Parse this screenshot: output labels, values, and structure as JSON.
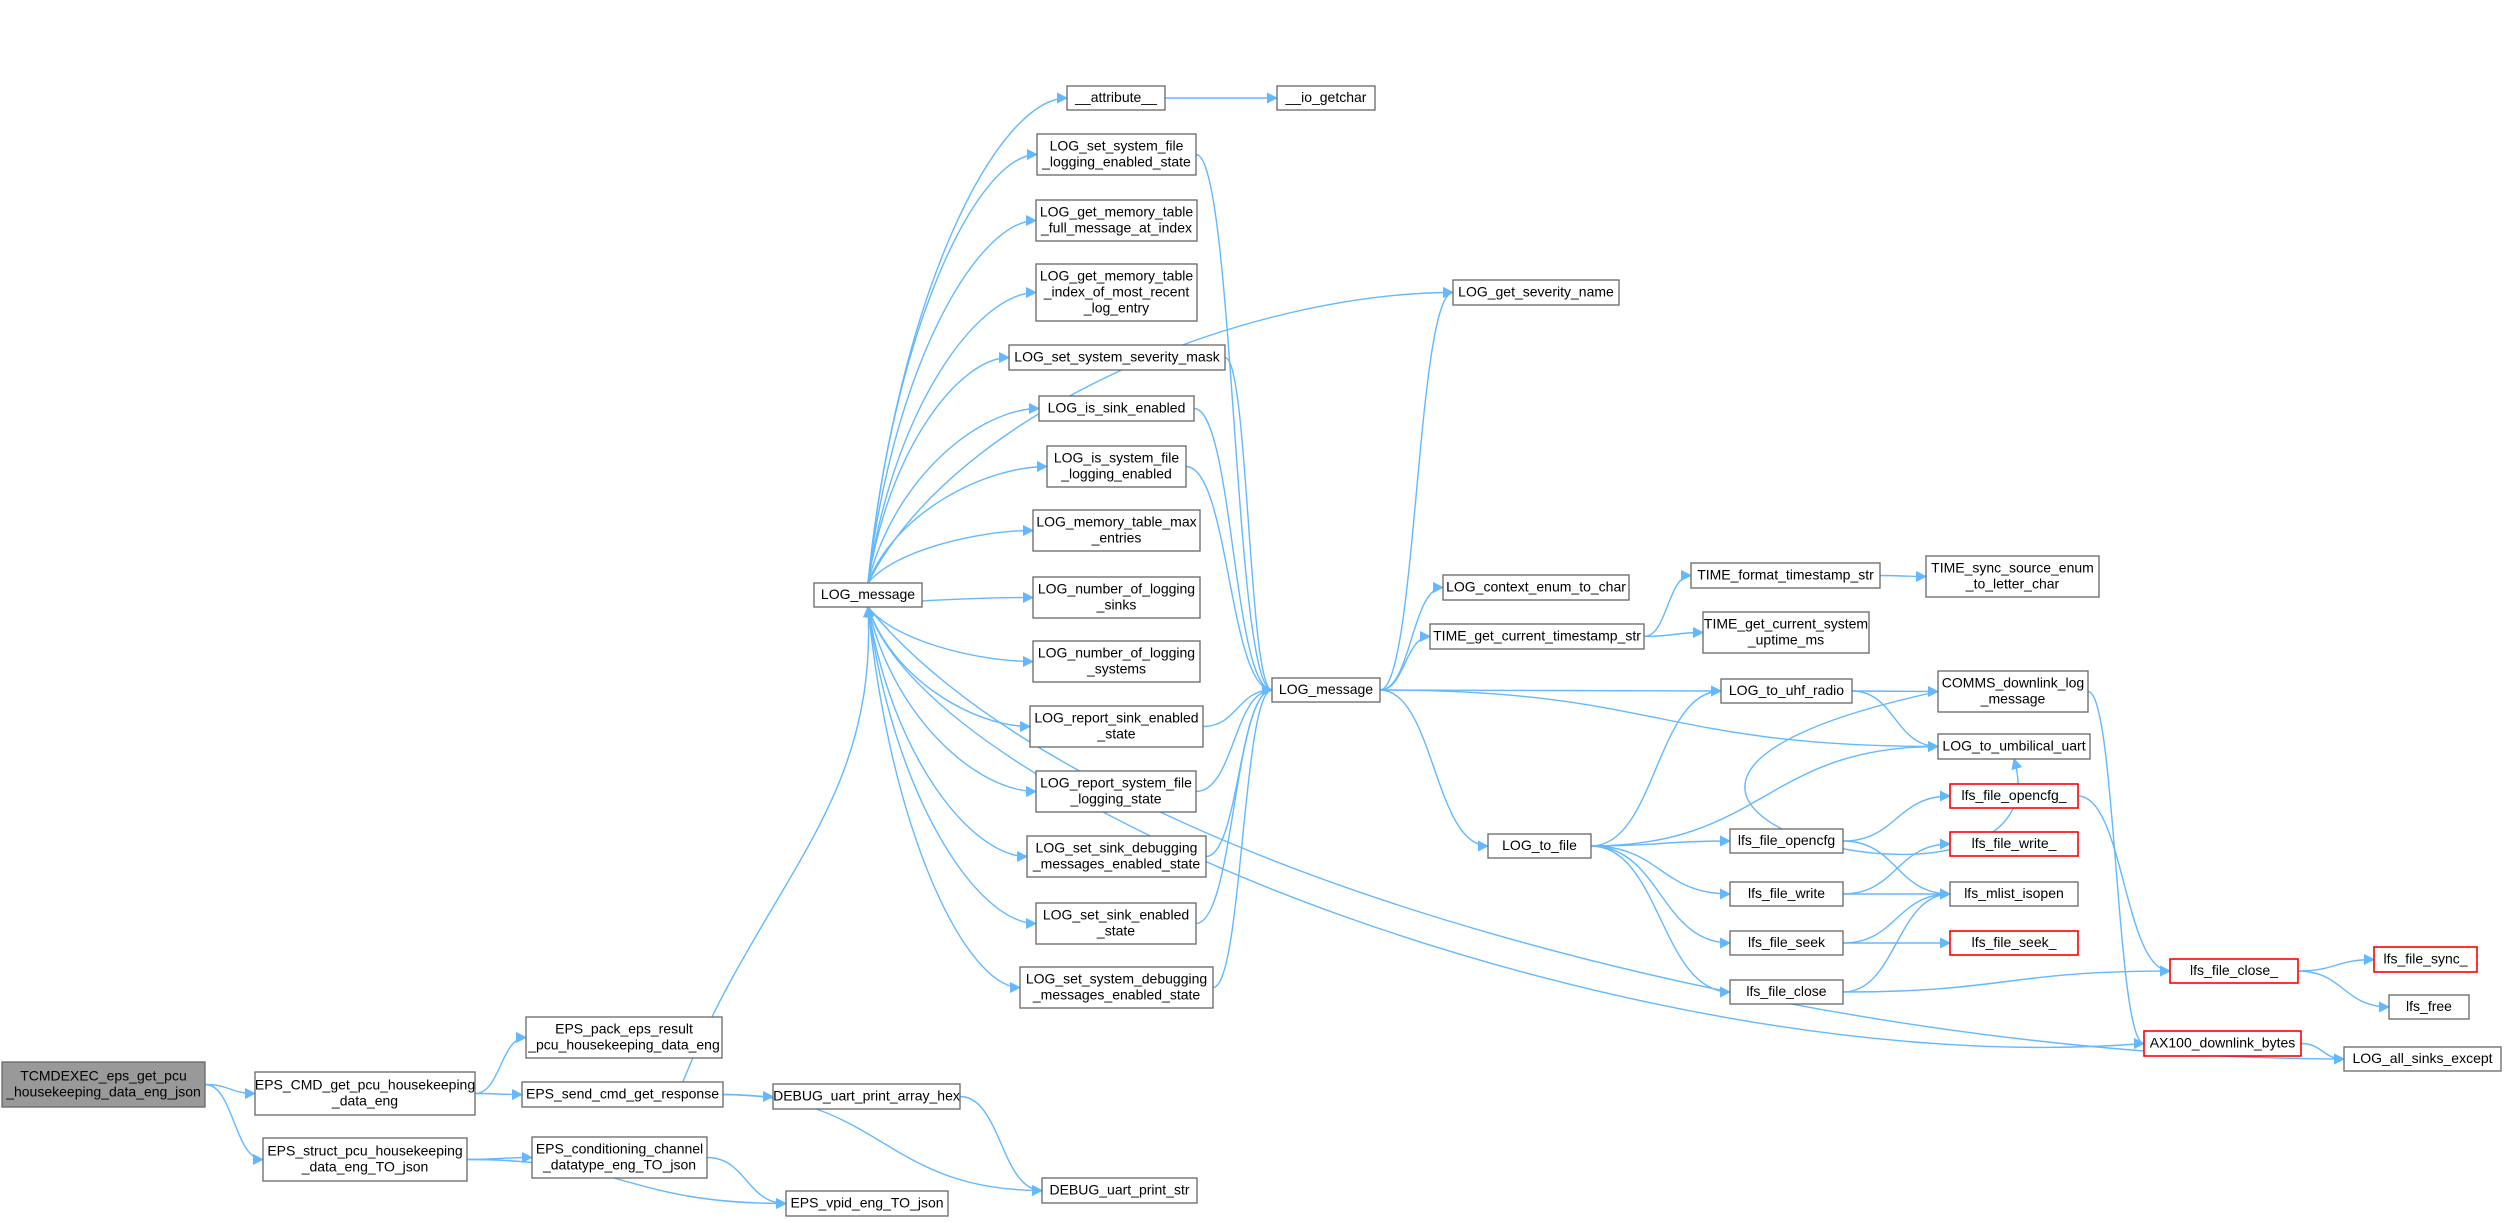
{
  "colors": {
    "edge": "#63b8ff",
    "node_border": "#666666",
    "root_fill": "#999999",
    "truncated_border": "#ff0000"
  },
  "nodes": [
    {
      "id": "root",
      "lines": [
        "TCMDEXEC_eps_get_pcu",
        "_housekeeping_data_eng_json"
      ],
      "style": "root"
    },
    {
      "id": "eps_cmd_get",
      "lines": [
        "EPS_CMD_get_pcu_housekeeping",
        "_data_eng"
      ]
    },
    {
      "id": "eps_struct_to_json",
      "lines": [
        "EPS_struct_pcu_housekeeping",
        "_data_eng_TO_json"
      ]
    },
    {
      "id": "eps_pack",
      "lines": [
        "EPS_pack_eps_result",
        "_pcu_housekeeping_data_eng"
      ]
    },
    {
      "id": "eps_send_cmd",
      "lines": [
        "EPS_send_cmd_get_response"
      ]
    },
    {
      "id": "eps_conditioning",
      "lines": [
        "EPS_conditioning_channel",
        "_datatype_eng_TO_json"
      ]
    },
    {
      "id": "eps_vpid",
      "lines": [
        "EPS_vpid_eng_TO_json"
      ]
    },
    {
      "id": "debug_hex",
      "lines": [
        "DEBUG_uart_print_array_hex"
      ]
    },
    {
      "id": "debug_str",
      "lines": [
        "DEBUG_uart_print_str"
      ]
    },
    {
      "id": "log_message_a",
      "lines": [
        "LOG_message"
      ]
    },
    {
      "id": "attribute",
      "lines": [
        "__attribute__"
      ]
    },
    {
      "id": "io_getchar",
      "lines": [
        "__io_getchar"
      ]
    },
    {
      "id": "log_set_sys_file_state",
      "lines": [
        "LOG_set_system_file",
        "_logging_enabled_state"
      ]
    },
    {
      "id": "log_get_full_msg",
      "lines": [
        "LOG_get_memory_table",
        "_full_message_at_index"
      ]
    },
    {
      "id": "log_get_recent_idx",
      "lines": [
        "LOG_get_memory_table",
        "_index_of_most_recent",
        "_log_entry"
      ]
    },
    {
      "id": "log_set_sev_mask",
      "lines": [
        "LOG_set_system_severity_mask"
      ]
    },
    {
      "id": "log_is_sink_enabled",
      "lines": [
        "LOG_is_sink_enabled"
      ]
    },
    {
      "id": "log_is_sys_file_enabled",
      "lines": [
        "LOG_is_system_file",
        "_logging_enabled"
      ]
    },
    {
      "id": "log_mem_table_max",
      "lines": [
        "LOG_memory_table_max",
        "_entries"
      ]
    },
    {
      "id": "log_num_sinks",
      "lines": [
        "LOG_number_of_logging",
        "_sinks"
      ]
    },
    {
      "id": "log_num_systems",
      "lines": [
        "LOG_number_of_logging",
        "_systems"
      ]
    },
    {
      "id": "log_report_sink",
      "lines": [
        "LOG_report_sink_enabled",
        "_state"
      ]
    },
    {
      "id": "log_report_sys_file",
      "lines": [
        "LOG_report_system_file",
        "_logging_state"
      ]
    },
    {
      "id": "log_set_sink_debug",
      "lines": [
        "LOG_set_sink_debugging",
        "_messages_enabled_state"
      ]
    },
    {
      "id": "log_set_sink_enabled",
      "lines": [
        "LOG_set_sink_enabled",
        "_state"
      ]
    },
    {
      "id": "log_set_sys_debug",
      "lines": [
        "LOG_set_system_debugging",
        "_messages_enabled_state"
      ]
    },
    {
      "id": "log_message_b",
      "lines": [
        "LOG_message"
      ]
    },
    {
      "id": "log_get_sev_name",
      "lines": [
        "LOG_get_severity_name"
      ]
    },
    {
      "id": "log_ctx_enum",
      "lines": [
        "LOG_context_enum_to_char"
      ]
    },
    {
      "id": "time_get_ts_str",
      "lines": [
        "TIME_get_current_timestamp_str"
      ]
    },
    {
      "id": "time_format_ts",
      "lines": [
        "TIME_format_timestamp_str"
      ]
    },
    {
      "id": "time_sync_src",
      "lines": [
        "TIME_sync_source_enum",
        "_to_letter_char"
      ]
    },
    {
      "id": "time_get_uptime",
      "lines": [
        "TIME_get_current_system",
        "_uptime_ms"
      ]
    },
    {
      "id": "log_to_uhf",
      "lines": [
        "LOG_to_uhf_radio"
      ]
    },
    {
      "id": "comms_downlink",
      "lines": [
        "COMMS_downlink_log",
        "_message"
      ]
    },
    {
      "id": "log_to_umbilical",
      "lines": [
        "LOG_to_umbilical_uart"
      ]
    },
    {
      "id": "log_to_file",
      "lines": [
        "LOG_to_file"
      ]
    },
    {
      "id": "lfs_file_opencfg",
      "lines": [
        "lfs_file_opencfg"
      ]
    },
    {
      "id": "lfs_file_opencfg_",
      "lines": [
        "lfs_file_opencfg_"
      ],
      "style": "red"
    },
    {
      "id": "lfs_file_write",
      "lines": [
        "lfs_file_write"
      ]
    },
    {
      "id": "lfs_file_write_",
      "lines": [
        "lfs_file_write_"
      ],
      "style": "red"
    },
    {
      "id": "lfs_mlist_isopen",
      "lines": [
        "lfs_mlist_isopen"
      ]
    },
    {
      "id": "lfs_file_seek",
      "lines": [
        "lfs_file_seek"
      ]
    },
    {
      "id": "lfs_file_seek_",
      "lines": [
        "lfs_file_seek_"
      ],
      "style": "red"
    },
    {
      "id": "lfs_file_close",
      "lines": [
        "lfs_file_close"
      ]
    },
    {
      "id": "lfs_file_close_",
      "lines": [
        "lfs_file_close_"
      ],
      "style": "red"
    },
    {
      "id": "lfs_file_sync_",
      "lines": [
        "lfs_file_sync_"
      ],
      "style": "red"
    },
    {
      "id": "lfs_free",
      "lines": [
        "lfs_free"
      ]
    },
    {
      "id": "ax100_downlink",
      "lines": [
        "AX100_downlink_bytes"
      ],
      "style": "red"
    },
    {
      "id": "log_all_sinks_except",
      "lines": [
        "LOG_all_sinks_except"
      ]
    }
  ],
  "edges": [
    [
      "root",
      "eps_cmd_get"
    ],
    [
      "root",
      "eps_struct_to_json"
    ],
    [
      "eps_cmd_get",
      "eps_pack"
    ],
    [
      "eps_cmd_get",
      "eps_send_cmd"
    ],
    [
      "eps_send_cmd",
      "debug_hex"
    ],
    [
      "eps_send_cmd",
      "debug_str"
    ],
    [
      "eps_send_cmd",
      "log_message_a"
    ],
    [
      "debug_hex",
      "debug_str"
    ],
    [
      "eps_struct_to_json",
      "eps_conditioning"
    ],
    [
      "eps_struct_to_json",
      "eps_vpid"
    ],
    [
      "eps_conditioning",
      "eps_vpid"
    ],
    [
      "log_message_a",
      "attribute"
    ],
    [
      "attribute",
      "io_getchar"
    ],
    [
      "log_message_a",
      "log_set_sys_file_state"
    ],
    [
      "log_message_a",
      "log_get_full_msg"
    ],
    [
      "log_message_a",
      "log_get_recent_idx"
    ],
    [
      "log_message_a",
      "log_set_sev_mask"
    ],
    [
      "log_message_a",
      "log_is_sink_enabled"
    ],
    [
      "log_message_a",
      "log_is_sys_file_enabled"
    ],
    [
      "log_message_a",
      "log_mem_table_max"
    ],
    [
      "log_message_a",
      "log_num_sinks"
    ],
    [
      "log_message_a",
      "log_num_systems"
    ],
    [
      "log_message_a",
      "log_report_sink"
    ],
    [
      "log_message_a",
      "log_report_sys_file"
    ],
    [
      "log_message_a",
      "log_set_sink_debug"
    ],
    [
      "log_message_a",
      "log_set_sink_enabled"
    ],
    [
      "log_message_a",
      "log_set_sys_debug"
    ],
    [
      "log_message_a",
      "log_get_sev_name"
    ],
    [
      "log_message_a",
      "log_all_sinks_except"
    ],
    [
      "log_set_sys_file_state",
      "log_message_b"
    ],
    [
      "log_set_sev_mask",
      "log_message_b"
    ],
    [
      "log_is_sink_enabled",
      "log_message_b"
    ],
    [
      "log_is_sys_file_enabled",
      "log_message_b"
    ],
    [
      "log_report_sink",
      "log_message_b"
    ],
    [
      "log_report_sys_file",
      "log_message_b"
    ],
    [
      "log_set_sink_debug",
      "log_message_b"
    ],
    [
      "log_set_sink_enabled",
      "log_message_b"
    ],
    [
      "log_set_sys_debug",
      "log_message_b"
    ],
    [
      "log_message_b",
      "log_get_sev_name"
    ],
    [
      "log_message_b",
      "log_ctx_enum"
    ],
    [
      "log_message_b",
      "time_get_ts_str"
    ],
    [
      "log_message_b",
      "log_to_uhf"
    ],
    [
      "log_message_b",
      "log_to_umbilical"
    ],
    [
      "log_message_b",
      "log_to_file"
    ],
    [
      "time_get_ts_str",
      "time_format_ts"
    ],
    [
      "time_get_ts_str",
      "time_get_uptime"
    ],
    [
      "time_format_ts",
      "time_sync_src"
    ],
    [
      "log_to_uhf",
      "comms_downlink"
    ],
    [
      "log_to_uhf",
      "log_to_umbilical"
    ],
    [
      "comms_downlink",
      "log_to_umbilical"
    ],
    [
      "comms_downlink",
      "ax100_downlink"
    ],
    [
      "log_to_file",
      "log_to_uhf"
    ],
    [
      "log_to_file",
      "log_to_umbilical"
    ],
    [
      "log_to_file",
      "lfs_file_opencfg"
    ],
    [
      "log_to_file",
      "lfs_file_write"
    ],
    [
      "log_to_file",
      "lfs_file_seek"
    ],
    [
      "log_to_file",
      "lfs_file_close"
    ],
    [
      "lfs_file_opencfg",
      "lfs_file_opencfg_"
    ],
    [
      "lfs_file_opencfg",
      "lfs_mlist_isopen"
    ],
    [
      "lfs_file_write",
      "lfs_file_write_"
    ],
    [
      "lfs_file_write",
      "lfs_mlist_isopen"
    ],
    [
      "lfs_file_seek",
      "lfs_mlist_isopen"
    ],
    [
      "lfs_file_seek",
      "lfs_file_seek_"
    ],
    [
      "lfs_file_close",
      "lfs_mlist_isopen"
    ],
    [
      "lfs_file_close",
      "lfs_file_close_"
    ],
    [
      "lfs_file_opencfg_",
      "lfs_file_close_"
    ],
    [
      "lfs_file_close_",
      "lfs_file_sync_"
    ],
    [
      "lfs_file_close_",
      "lfs_free"
    ],
    [
      "ax100_downlink",
      "log_message_a"
    ],
    [
      "ax100_downlink",
      "log_all_sinks_except"
    ]
  ]
}
